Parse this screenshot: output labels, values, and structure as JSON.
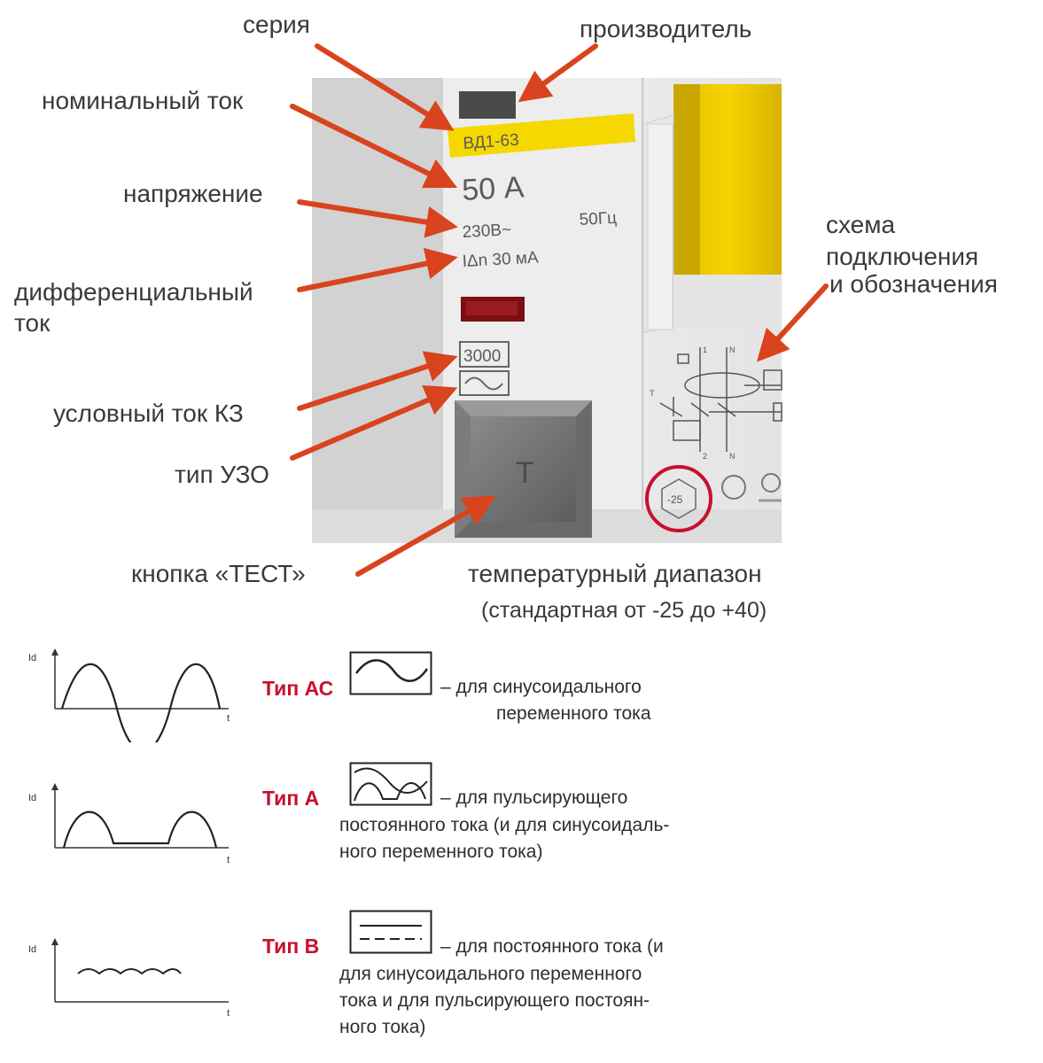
{
  "device": {
    "series": "ВД1-63",
    "current": "50 А",
    "voltage": "230В~",
    "diff_current": "IΔn 30 мА",
    "frequency": "50Гц",
    "breaking_capacity": "3000",
    "test_button": "T",
    "temperature_mark": "-25",
    "terminals": [
      "1",
      "N",
      "2",
      "N",
      "T"
    ]
  },
  "callouts": {
    "series": "серия",
    "manufacturer": "производитель",
    "rated_current": "номинальный ток",
    "voltage": "напряжение",
    "diff_current_1": "дифференциальный",
    "diff_current_2": "ток",
    "short_circuit": "условный ток КЗ",
    "rcd_type": "тип УЗО",
    "test_button": "кнопка «ТЕСТ»",
    "scheme_1": "схема",
    "scheme_2": "подключения",
    "scheme_3": "и обозначения",
    "temperature_1": "температурный диапазон",
    "temperature_2": "(стандартная от -25 до +40)"
  },
  "types": [
    {
      "name": "Тип АС",
      "lines": [
        "– для синусоидального",
        "переменного тока"
      ]
    },
    {
      "name": "Тип А",
      "lines": [
        "– для пульсирующего",
        "постоянного тока (и для синусоидаль-",
        "ного переменного тока)"
      ]
    },
    {
      "name": "Тип В",
      "lines": [
        "– для постоянного тока (и",
        "для синусоидального переменного",
        "тока и для пульсирующего постоян-",
        "ного тока)"
      ]
    }
  ],
  "graph_axes": {
    "y": "Id",
    "x": "t"
  },
  "colors": {
    "arrow": "#d9431e",
    "type_name": "#c8102e",
    "label_strip": "#f5d800",
    "toggle": "#f2cf00"
  }
}
